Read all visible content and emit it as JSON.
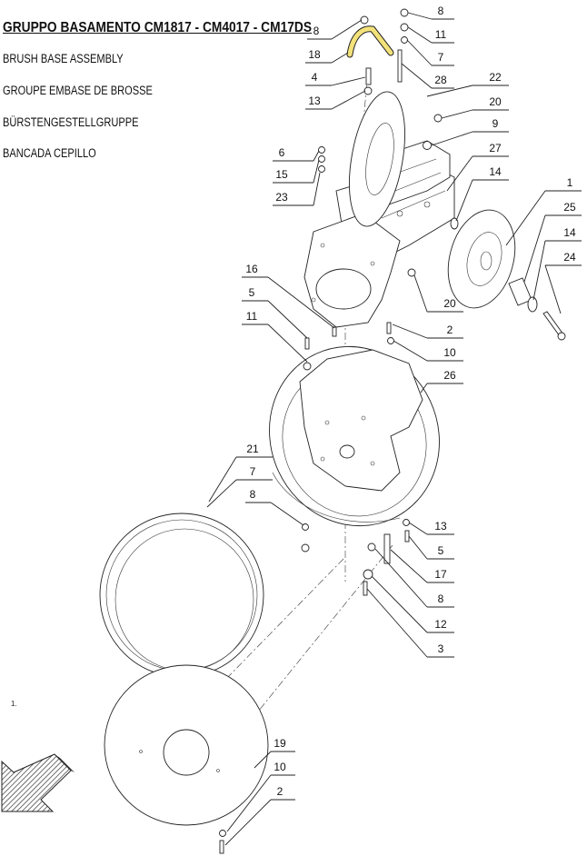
{
  "header": {
    "title": "GRUPPO BASAMENTO CM1817 - CM4017 - CM17DS",
    "subtitles": [
      "BRUSH BASE ASSEMBLY",
      "GROUPE EMBASE DE BROSSE",
      "BÜRSTENGESTELLGRUPPE",
      "BANCADA CEPILLO"
    ]
  },
  "footnote": "1.",
  "callouts": [
    "8",
    "18",
    "4",
    "13",
    "8",
    "11",
    "7",
    "28",
    "22",
    "20",
    "9",
    "27",
    "6",
    "15",
    "23",
    "14",
    "1",
    "25",
    "14",
    "24",
    "20",
    "16",
    "5",
    "11",
    "2",
    "10",
    "26",
    "21",
    "7",
    "8",
    "13",
    "5",
    "17",
    "8",
    "12",
    "3",
    "19",
    "10",
    "2"
  ],
  "colors": {
    "handle_highlight": "#f3e27a",
    "line": "#222222"
  },
  "icons": {
    "arrow": "hatched-arrow-icon"
  }
}
